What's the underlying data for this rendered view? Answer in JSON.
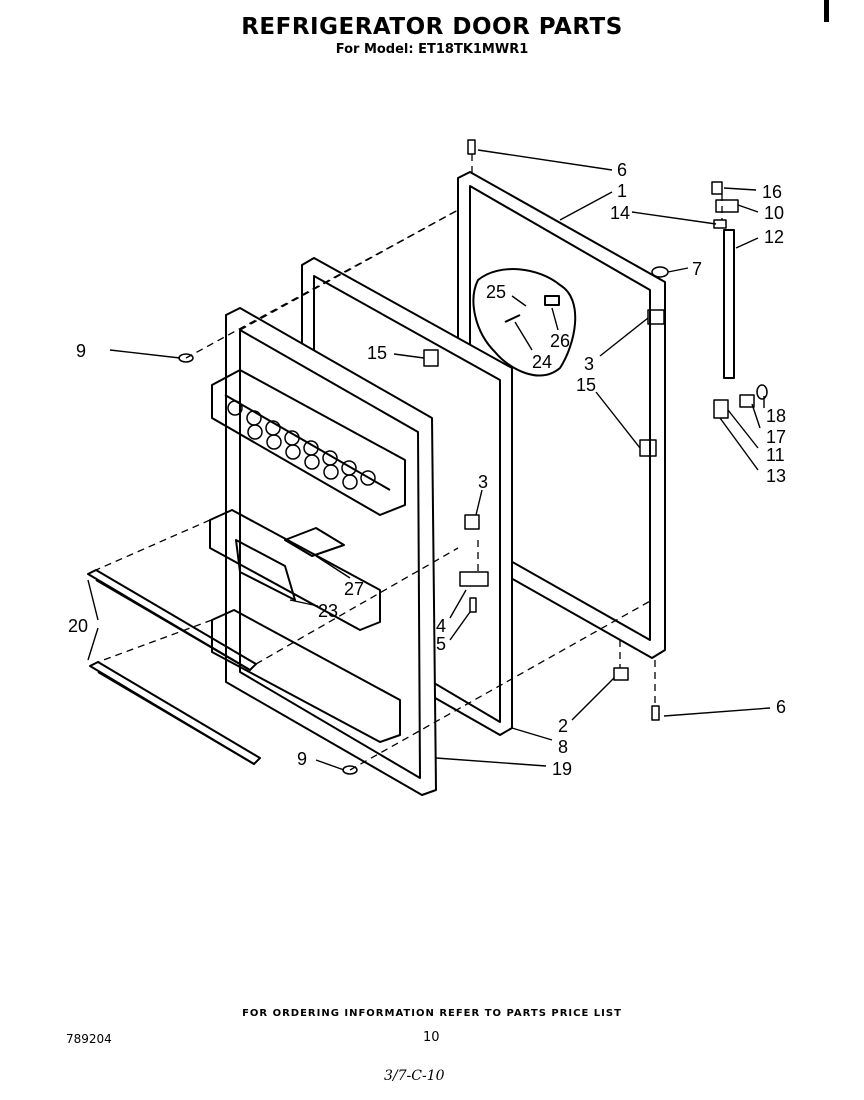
{
  "header": {
    "title": "REFRIGERATOR DOOR PARTS",
    "subtitle": "For Model: ET18TK1MWR1"
  },
  "callouts": [
    {
      "id": "c6a",
      "label": "6"
    },
    {
      "id": "c1",
      "label": "1"
    },
    {
      "id": "c14",
      "label": "14"
    },
    {
      "id": "c16",
      "label": "16"
    },
    {
      "id": "c10",
      "label": "10"
    },
    {
      "id": "c12",
      "label": "12"
    },
    {
      "id": "c7",
      "label": "7"
    },
    {
      "id": "c25",
      "label": "25"
    },
    {
      "id": "c26",
      "label": "26"
    },
    {
      "id": "c24",
      "label": "24"
    },
    {
      "id": "c3a",
      "label": "3"
    },
    {
      "id": "c15a",
      "label": "15"
    },
    {
      "id": "c15b",
      "label": "15"
    },
    {
      "id": "c9a",
      "label": "9"
    },
    {
      "id": "c18",
      "label": "18"
    },
    {
      "id": "c17",
      "label": "17"
    },
    {
      "id": "c11",
      "label": "11"
    },
    {
      "id": "c13",
      "label": "13"
    },
    {
      "id": "c3b",
      "label": "3"
    },
    {
      "id": "c27",
      "label": "27"
    },
    {
      "id": "c23",
      "label": "23"
    },
    {
      "id": "c20",
      "label": "20"
    },
    {
      "id": "c4",
      "label": "4"
    },
    {
      "id": "c5",
      "label": "5"
    },
    {
      "id": "c2",
      "label": "2"
    },
    {
      "id": "c8",
      "label": "8"
    },
    {
      "id": "c6b",
      "label": "6"
    },
    {
      "id": "c9b",
      "label": "9"
    },
    {
      "id": "c19",
      "label": "19"
    }
  ],
  "footer": {
    "ordering_note": "FOR ORDERING INFORMATION REFER TO PARTS PRICE LIST",
    "part_number": "789204",
    "page_number": "10",
    "handwritten_note": "3/7-C-10"
  }
}
